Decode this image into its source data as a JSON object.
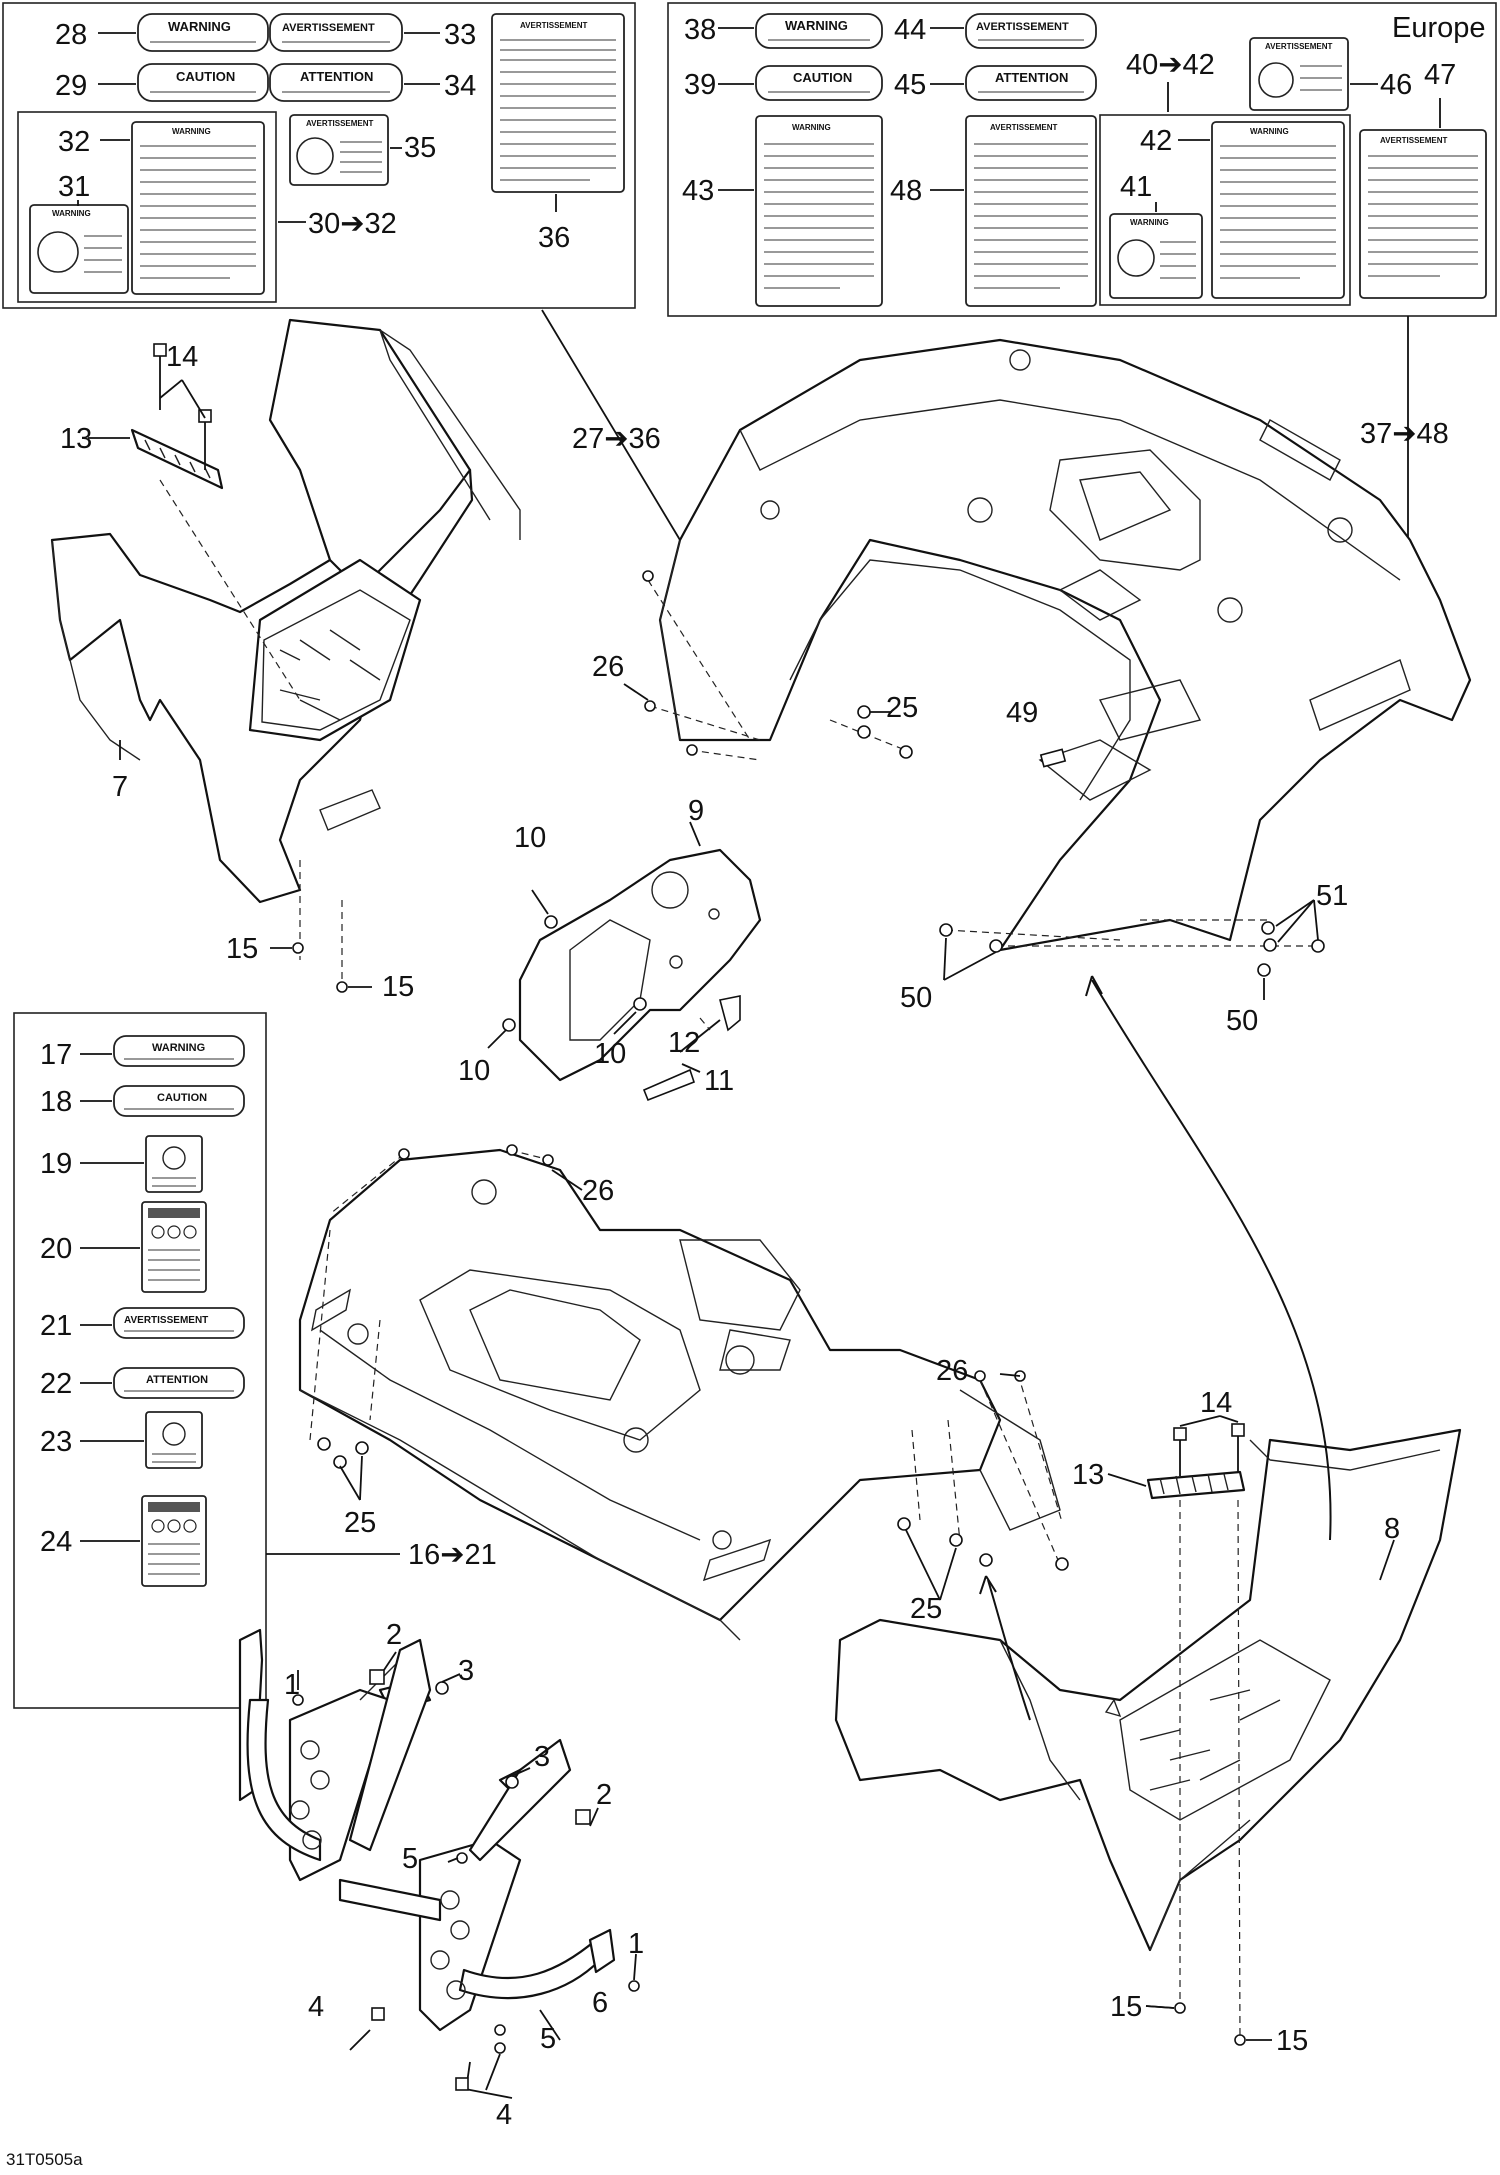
{
  "region_label": "Europe",
  "image_code": "31T0505a",
  "decal_titles": {
    "warning": "WARNING",
    "caution": "CAUTION",
    "attention": "ATTENTION",
    "avertissement": "AVERTISSEMENT"
  },
  "callouts": [
    {
      "id": "c1a",
      "text": "1"
    },
    {
      "id": "c1b",
      "text": "1"
    },
    {
      "id": "c2a",
      "text": "2"
    },
    {
      "id": "c2b",
      "text": "2"
    },
    {
      "id": "c3a",
      "text": "3"
    },
    {
      "id": "c3b",
      "text": "3"
    },
    {
      "id": "c4a",
      "text": "4"
    },
    {
      "id": "c4b",
      "text": "4"
    },
    {
      "id": "c5a",
      "text": "5"
    },
    {
      "id": "c5b",
      "text": "5"
    },
    {
      "id": "c6",
      "text": "6"
    },
    {
      "id": "c7",
      "text": "7"
    },
    {
      "id": "c8",
      "text": "8"
    },
    {
      "id": "c9",
      "text": "9"
    },
    {
      "id": "c10a",
      "text": "10"
    },
    {
      "id": "c10b",
      "text": "10"
    },
    {
      "id": "c10c",
      "text": "10"
    },
    {
      "id": "c11",
      "text": "11"
    },
    {
      "id": "c12",
      "text": "12"
    },
    {
      "id": "c13a",
      "text": "13"
    },
    {
      "id": "c13b",
      "text": "13"
    },
    {
      "id": "c14a",
      "text": "14"
    },
    {
      "id": "c14b",
      "text": "14"
    },
    {
      "id": "c15a",
      "text": "15"
    },
    {
      "id": "c15b",
      "text": "15"
    },
    {
      "id": "c15c",
      "text": "15"
    },
    {
      "id": "c15d",
      "text": "15"
    },
    {
      "id": "c16_21",
      "text": "16➔21"
    },
    {
      "id": "c17",
      "text": "17"
    },
    {
      "id": "c18",
      "text": "18"
    },
    {
      "id": "c19",
      "text": "19"
    },
    {
      "id": "c20",
      "text": "20"
    },
    {
      "id": "c21",
      "text": "21"
    },
    {
      "id": "c22",
      "text": "22"
    },
    {
      "id": "c23",
      "text": "23"
    },
    {
      "id": "c24",
      "text": "24"
    },
    {
      "id": "c25a",
      "text": "25"
    },
    {
      "id": "c25b",
      "text": "25"
    },
    {
      "id": "c25c",
      "text": "25"
    },
    {
      "id": "c26a",
      "text": "26"
    },
    {
      "id": "c26b",
      "text": "26"
    },
    {
      "id": "c26c",
      "text": "26"
    },
    {
      "id": "c27_36",
      "text": "27➔36"
    },
    {
      "id": "c28",
      "text": "28"
    },
    {
      "id": "c29",
      "text": "29"
    },
    {
      "id": "c30_32",
      "text": "30➔32"
    },
    {
      "id": "c31",
      "text": "31"
    },
    {
      "id": "c32",
      "text": "32"
    },
    {
      "id": "c33",
      "text": "33"
    },
    {
      "id": "c34",
      "text": "34"
    },
    {
      "id": "c35",
      "text": "35"
    },
    {
      "id": "c36",
      "text": "36"
    },
    {
      "id": "c37_48",
      "text": "37➔48"
    },
    {
      "id": "c38",
      "text": "38"
    },
    {
      "id": "c39",
      "text": "39"
    },
    {
      "id": "c40_42",
      "text": "40➔42"
    },
    {
      "id": "c41",
      "text": "41"
    },
    {
      "id": "c42",
      "text": "42"
    },
    {
      "id": "c43",
      "text": "43"
    },
    {
      "id": "c44",
      "text": "44"
    },
    {
      "id": "c45",
      "text": "45"
    },
    {
      "id": "c46",
      "text": "46"
    },
    {
      "id": "c47",
      "text": "47"
    },
    {
      "id": "c48",
      "text": "48"
    },
    {
      "id": "c49",
      "text": "49"
    },
    {
      "id": "c50a",
      "text": "50"
    },
    {
      "id": "c50b",
      "text": "50"
    },
    {
      "id": "c51",
      "text": "51"
    }
  ]
}
